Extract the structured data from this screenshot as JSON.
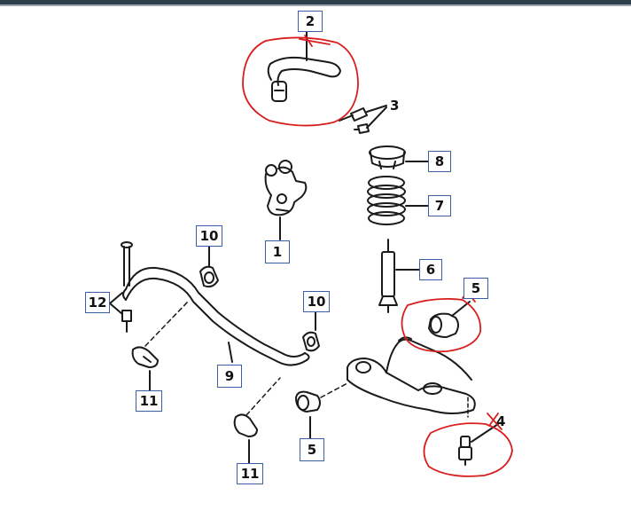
{
  "diagram": {
    "callouts": {
      "c1": "1",
      "c2": "2",
      "c3": "3",
      "c4": "4",
      "c5a": "5",
      "c5b": "5",
      "c6": "6",
      "c7": "7",
      "c8": "8",
      "c9": "9",
      "c10a": "10",
      "c10b": "10",
      "c11a": "11",
      "c11b": "11",
      "c12": "12"
    },
    "annotation_color": "#d81e1e",
    "callout_border_color": "#3a5fa8",
    "line_color": "#1a1a1a"
  }
}
